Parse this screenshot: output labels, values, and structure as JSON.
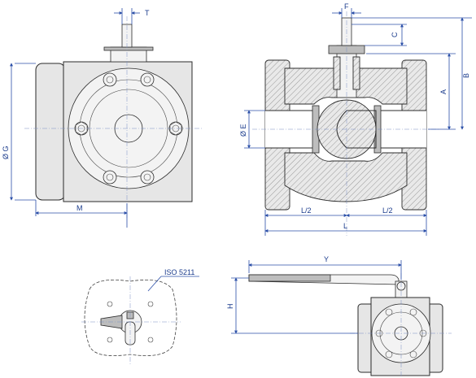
{
  "labels": {
    "T": "T",
    "M": "M",
    "G": "Ø G",
    "F": "F",
    "C": "C",
    "A": "A",
    "B": "B",
    "E": "Ø E",
    "L_half_left": "L/2",
    "L_half_right": "L/2",
    "L": "L",
    "Y": "Y",
    "H": "H",
    "iso": "ISO 5211"
  },
  "colors": {
    "dimension": "#2b4fa8",
    "outline": "#2b2b2b",
    "body_fill": "#e6e6e6"
  }
}
